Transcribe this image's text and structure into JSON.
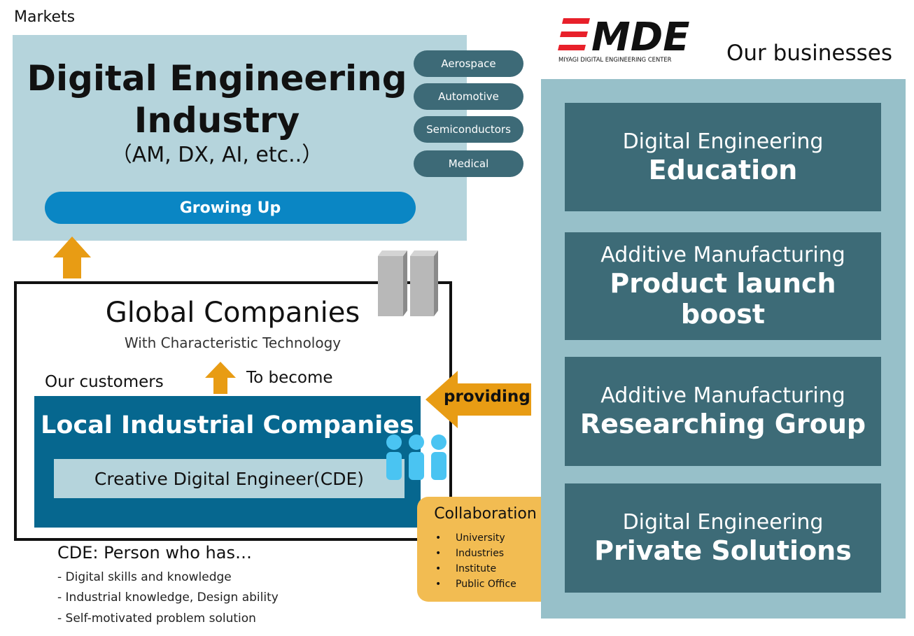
{
  "markets": {
    "label": "Markets",
    "title_line1": "Digital Engineering",
    "title_line2": "Industry",
    "subtitle": "（AM, DX, AI, etc..）",
    "growing": "Growing Up",
    "segments": [
      "Aerospace",
      "Automotive",
      "Semiconductors",
      "Medical"
    ]
  },
  "logo": {
    "text": "MDE",
    "subtext": "MIYAGI DIGITAL ENGINEERING CENTER"
  },
  "businesses": {
    "label": "Our businesses",
    "items": [
      {
        "line1": "Digital Engineering",
        "line2": "Education"
      },
      {
        "line1": "Additive Manufacturing",
        "line2": "Product launch boost"
      },
      {
        "line1": "Additive Manufacturing",
        "line2": "Researching Group"
      },
      {
        "line1": "Digital Engineering",
        "line2": "Private Solutions"
      }
    ]
  },
  "global": {
    "title": "Global Companies",
    "subtitle": "With Characteristic Technology",
    "customers_label": "Our customers",
    "become_label": "To become",
    "local_title": "Local Industrial Companies",
    "cde": "Creative Digital Engineer(CDE)"
  },
  "providing": "providing",
  "collaboration": {
    "title": "Collaboration",
    "items": [
      "University",
      "Industries",
      "Institute",
      "Public Office"
    ]
  },
  "cde_definition": {
    "title": "CDE: Person who has…",
    "points": [
      "- Digital skills and knowledge",
      "- Industrial knowledge, Design ability",
      "- Self-motivated problem solution"
    ]
  },
  "colors": {
    "markets_bg": "#b5d4dc",
    "business_panel": "#97c0c9",
    "business_box": "#3d6b77",
    "local_box": "#06678f",
    "growing_pill": "#0a86c4",
    "arrow": "#e89c14",
    "collaboration": "#f2bc52",
    "logo_red": "#e8202a",
    "people": "#4ac4f2"
  }
}
